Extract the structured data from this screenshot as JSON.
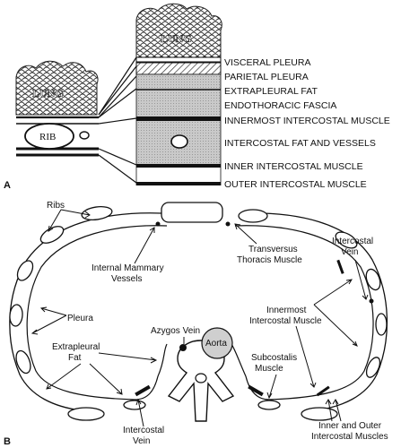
{
  "panel_a": {
    "letter": "A",
    "lung_label": "LUNG",
    "rib_label": "RIB",
    "layers": [
      "VISCERAL PLEURA",
      "PARIETAL PLEURA",
      "EXTRAPLEURAL FAT",
      "ENDOTHORACIC FASCIA",
      "INNERMOST INTERCOSTAL MUSCLE",
      "INTERCOSTAL FAT AND VESSELS",
      "INNER INTERCOSTAL MUSCLE",
      "OUTER INTERCOSTAL MUSCLE"
    ]
  },
  "panel_b": {
    "letter": "B",
    "labels": {
      "ribs": "Ribs",
      "internal_mammary_1": "Internal Mammary",
      "internal_mammary_2": "Vessels",
      "transversus_1": "Transversus",
      "transversus_2": "Thoracis Muscle",
      "intercostal_vein_r_1": "Intercostal",
      "intercostal_vein_r_2": "Vein",
      "pleura": "Pleura",
      "innermost_1": "Innermost",
      "innermost_2": "Intercostal Muscle",
      "azygos": "Azygos Vein",
      "aorta": "Aorta",
      "extrapleural_1": "Extrapleural",
      "extrapleural_2": "Fat",
      "subcostalis_1": "Subcostalis",
      "subcostalis_2": "Muscle",
      "intercostal_vein_l_1": "Intercostal",
      "intercostal_vein_l_2": "Vein",
      "inner_outer_1": "Inner and Outer",
      "inner_outer_2": "Intercostal Muscles"
    }
  }
}
